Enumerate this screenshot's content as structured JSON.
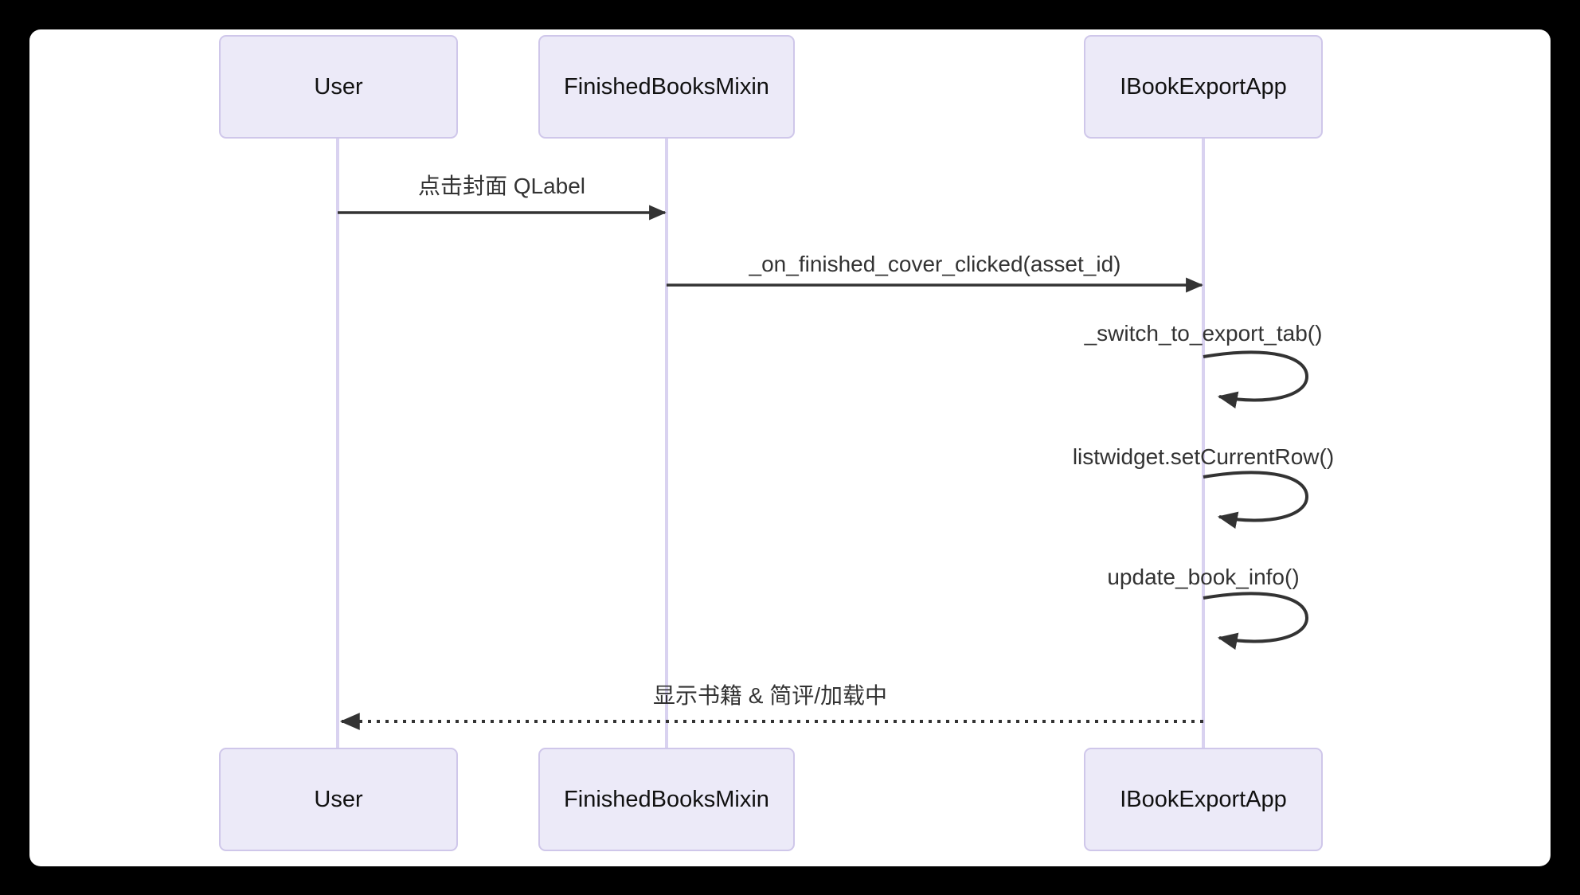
{
  "diagram": {
    "type": "sequence-diagram",
    "actors": [
      {
        "id": "user",
        "label": "User"
      },
      {
        "id": "finished-books-mixin",
        "label": "FinishedBooksMixin"
      },
      {
        "id": "ibook-export-app",
        "label": "IBookExportApp"
      }
    ],
    "messages": [
      {
        "from": "User",
        "to": "FinishedBooksMixin",
        "label": "点击封面 QLabel",
        "line": "solid",
        "kind": "call"
      },
      {
        "from": "FinishedBooksMixin",
        "to": "IBookExportApp",
        "label": "_on_finished_cover_clicked(asset_id)",
        "line": "solid",
        "kind": "call"
      },
      {
        "from": "IBookExportApp",
        "to": "IBookExportApp",
        "label": "_switch_to_export_tab()",
        "line": "solid",
        "kind": "self-call"
      },
      {
        "from": "IBookExportApp",
        "to": "IBookExportApp",
        "label": "listwidget.setCurrentRow()",
        "line": "solid",
        "kind": "self-call"
      },
      {
        "from": "IBookExportApp",
        "to": "IBookExportApp",
        "label": "update_book_info()",
        "line": "solid",
        "kind": "self-call"
      },
      {
        "from": "IBookExportApp",
        "to": "User",
        "label": "显示书籍 & 简评/加载中",
        "line": "dashed",
        "kind": "return"
      }
    ],
    "colors": {
      "frame_background": "#000000",
      "canvas_background": "#ffffff",
      "actor_fill": "#ECEAF8",
      "actor_border": "#CFC7EA",
      "lifeline": "#D9D2F0",
      "arrow": "#333333",
      "message_text": "#333333",
      "actor_text": "#111111"
    }
  }
}
